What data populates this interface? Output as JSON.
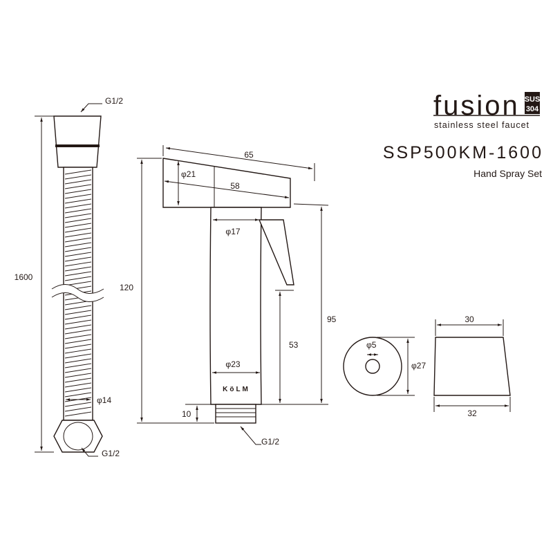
{
  "brand": {
    "name": "fusion",
    "badge_top": "SUS",
    "badge_bottom": "304",
    "tagline": "stainless steel faucet"
  },
  "model": "SSP500KM-1600",
  "product": "Hand Spray Set",
  "hose": {
    "thread_top": "G1/2",
    "thread_bottom": "G1/2",
    "length": "1600",
    "diameter": "φ14"
  },
  "spray": {
    "width_top": "65",
    "head_diameter": "φ21",
    "head_length": "58",
    "neck_diameter": "φ17",
    "height": "120",
    "lever_height": "53",
    "total_height": "95",
    "base_diameter": "φ23",
    "thread_length": "10",
    "thread": "G1/2",
    "logo": "KöLM"
  },
  "holder": {
    "hole": "φ5",
    "diameter": "φ27",
    "top_width": "30",
    "bottom_width": "32"
  }
}
